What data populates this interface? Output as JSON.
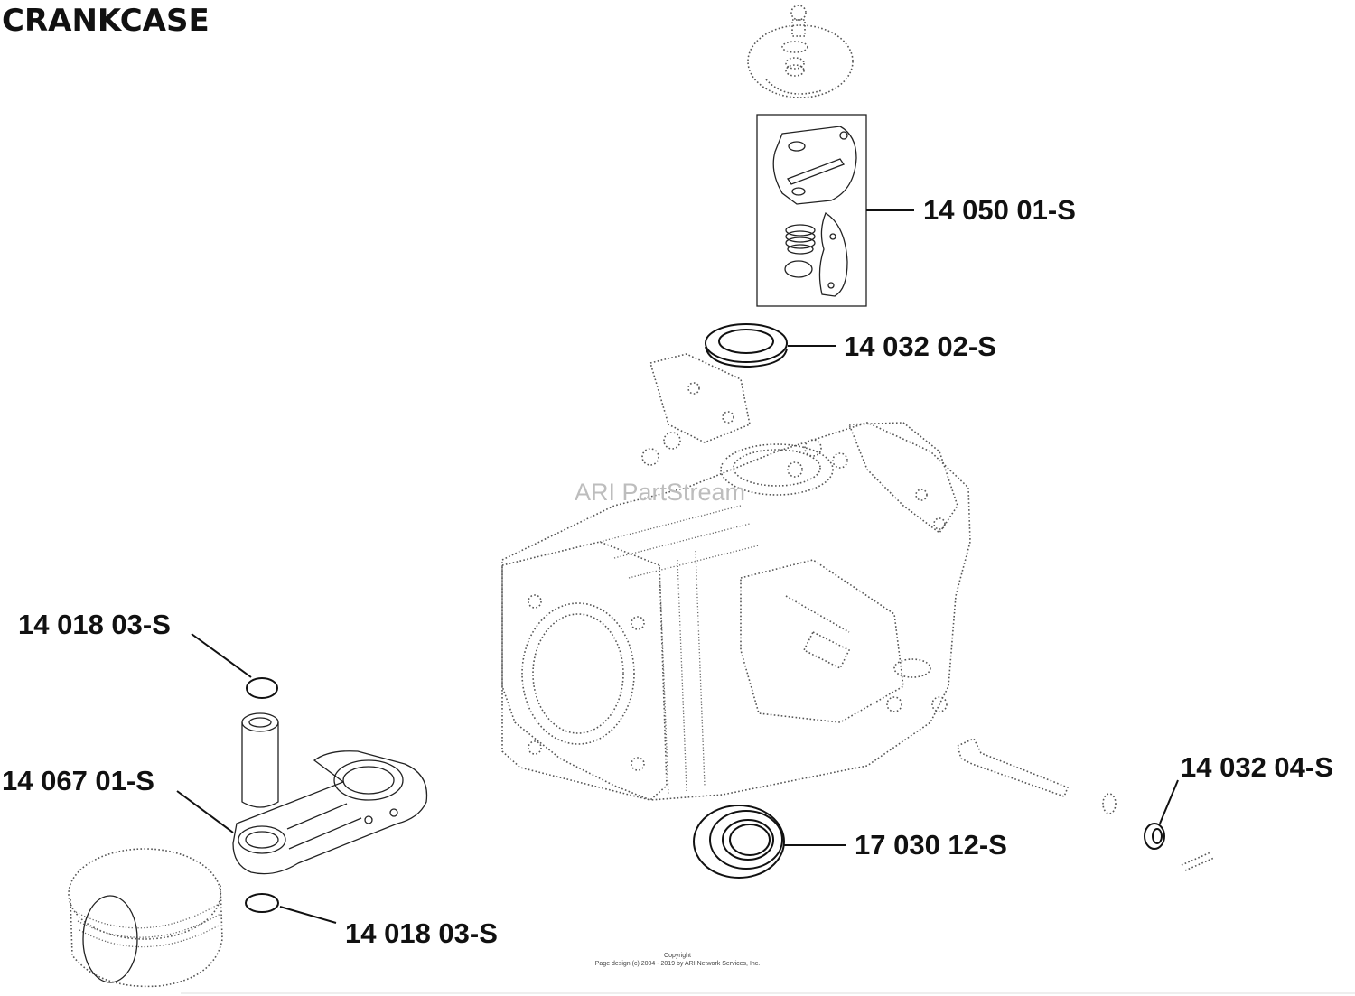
{
  "diagram": {
    "title": "CRANKCASE",
    "watermark": "ARI PartStream",
    "footer": {
      "line1": "Copyright",
      "line2": "Page design (c) 2004 - 2019 by ARI Network Services, Inc."
    },
    "callouts": [
      {
        "id": "governor-kit",
        "label": "14 050 01-S"
      },
      {
        "id": "oil-seal-top",
        "label": "14 032 02-S"
      },
      {
        "id": "retaining-ring-top",
        "label": "14 018 03-S"
      },
      {
        "id": "connecting-rod",
        "label": "14 067 01-S"
      },
      {
        "id": "oil-seal-side",
        "label": "14 032 04-S"
      },
      {
        "id": "ball-bearing",
        "label": "17 030 12-S"
      },
      {
        "id": "retaining-ring-bottom",
        "label": "14 018 03-S"
      }
    ]
  }
}
